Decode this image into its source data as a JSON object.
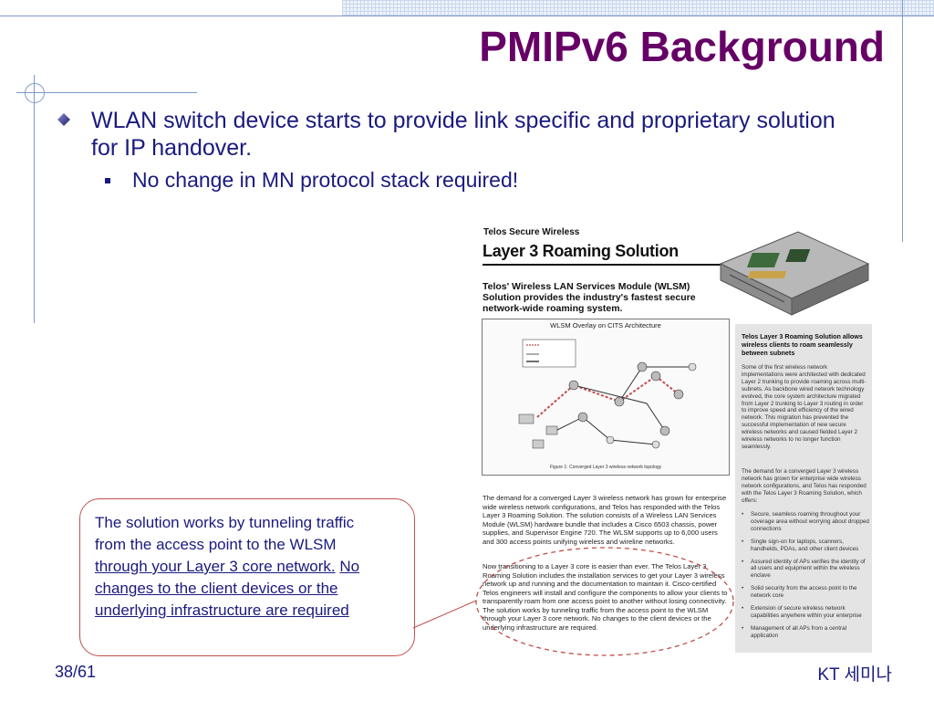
{
  "slide": {
    "title": "PMIPv6 Background",
    "bullet_1": "WLAN switch device starts to provide link specific and proprietary solution for IP handover.",
    "bullet_1_1": "No change in MN protocol stack required!",
    "callout": {
      "plain_1": "The solution works by tunneling traffic from the access point to the WLSM ",
      "link_1": "through your Layer 3 core network.",
      "sep": " ",
      "link_2": "No changes to the client devices or the underlying infrastructure are required"
    },
    "page_number": "38/61",
    "footer": "KT 세미나"
  },
  "brochure": {
    "subtitle": "Telos Secure Wireless",
    "title": "Layer 3 Roaming Solution",
    "lead": "Telos' Wireless LAN Services Module (WLSM) Solution provides the industry's fastest secure network-wide roaming system.",
    "diagram_title": "WLSM Overlay on CITS Architecture",
    "diagram_caption": "Figure 1: Converged Layer 3 wireless network topology",
    "para_1": "The demand for a converged Layer 3 wireless network has grown for enterprise wide wireless network configurations, and Telos has responded with the Telos Layer 3 Roaming Solution.  The solution consists of a Wireless LAN Services Module (WLSM) hardware bundle that includes a Cisco 6503 chassis, power supplies, and Supervisor Engine 720. The WLSM supports up to 6,000 users and 300 access points unifying wireless and wireline networks.",
    "para_2": "Now transitioning to a Layer 3 core is easier than ever. The Telos Layer 3 Roaming Solution includes the installation services to get your Layer 3 wireless network up and running and the documentation to maintain it. Cisco-certified Telos engineers will install and configure the components to allow your clients to transparently roam from one access point to another without losing connectivity. The solution works by tunneling traffic from the access point to the WLSM through your Layer 3 core network. No changes to the client devices or the underlying infrastructure are required.",
    "sidebar_head": "Telos Layer 3 Roaming Solution allows wireless clients to roam seamlessly between subnets",
    "sidebar_body_1": "Some of the first wireless network implementations were architected with dedicated Layer 2 trunking to provide roaming across multi-subnets. As backbone wired network technology evolved, the core system architecture migrated from Layer 2 trunking to Layer 3 routing in order to improve speed and efficiency of the wired network.  This migration has prevented the successful implementation of new secure wireless networks and caused fielded Layer 2 wireless networks to no longer function seamlessly.",
    "sidebar_body_2": "The demand for a converged Layer 3 wireless network has grown for enterprise wide wireless network configurations, and Telos has responded with the Telos Layer 3 Roaming Solution, which offers:",
    "sidebar_list": [
      "Secure, seamless roaming throughout your coverage area without worrying about dropped connections",
      "Single sign-on for laptops, scanners, handhelds, PDAs, and other client devices",
      "Assured identity of APs verifies the identity of all users and equipment within the wireless enclave",
      "Solid security from the access point to the network core",
      "Extension of secure wireless network capabilities anywhere within your enterprise",
      "Management of all APs from a central application"
    ]
  },
  "colors": {
    "title": "#660066",
    "body_text": "#1a1a80",
    "callout_border": "#c0504d",
    "dashed_ellipse": "#c0504d",
    "guide_lines": "#7f99c9"
  },
  "icons": {
    "bullet_1": "diamond-bullet-icon",
    "bullet_1_1": "square-bullet-icon",
    "device": "network-module-icon",
    "decor": "crosshair-icon"
  }
}
